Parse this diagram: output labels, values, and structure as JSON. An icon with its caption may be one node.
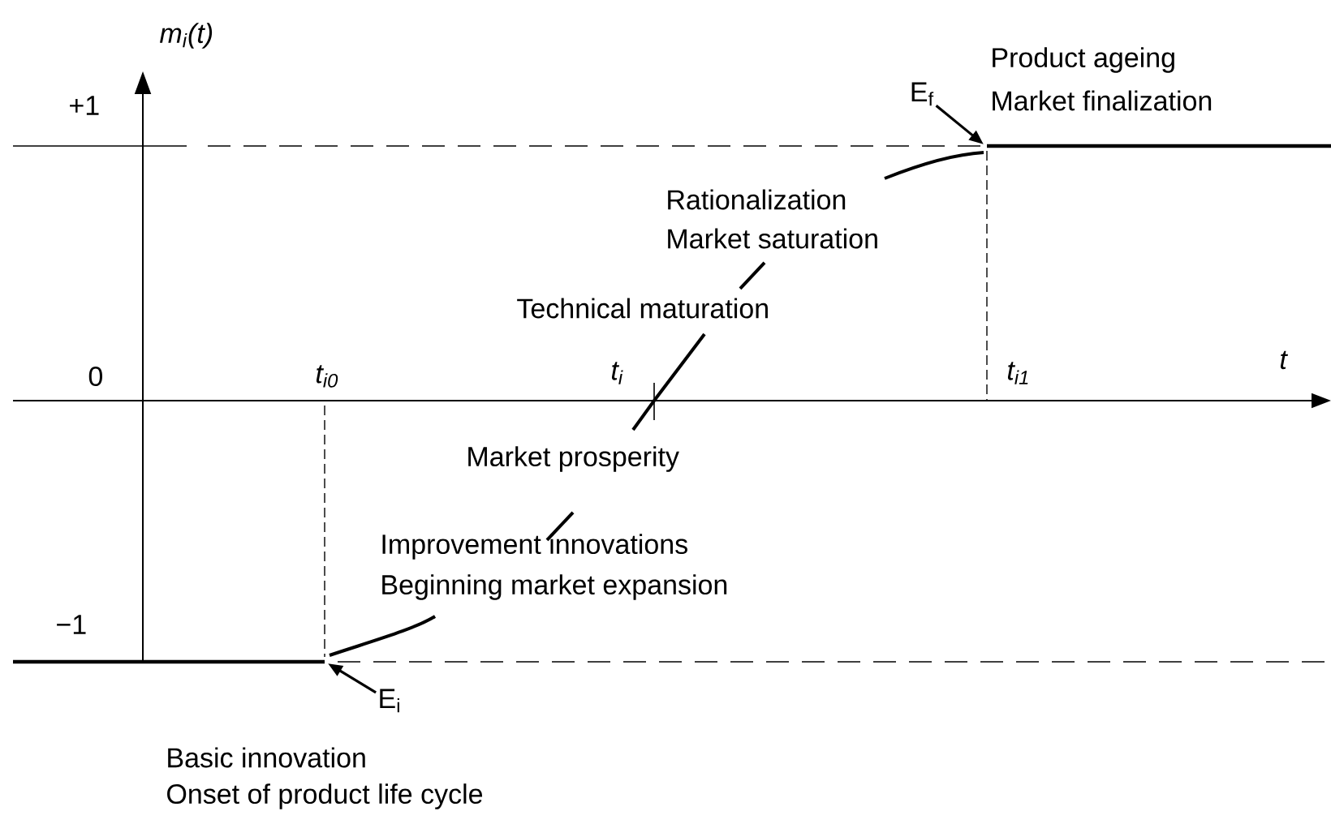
{
  "diagram": {
    "nodes": [
      {
        "text": [
          "E$_{f}$"
        ]
      },
      {
        "text": [
          "E$_{i}$"
        ]
      }
    ],
    "edges": [
      {
        "from": 0,
        "to": null,
        "arrow": "to"
      },
      {
        "from": 1,
        "to": null,
        "arrow": "to"
      }
    ],
    "labels": [
      "m$_{i}$(t)",
      "+1",
      "Product ageing",
      "Market finalization",
      "Rationalization",
      "Market saturation",
      "Technical maturation",
      "0",
      "t$_{i0}$",
      "t$_{i}$",
      "t$_{i1}$",
      "t",
      "Market prosperity",
      "Improvement innovations",
      "Beginning market expansion",
      "−1",
      "Basic innovation",
      "Onset of product life cycle"
    ]
  }
}
